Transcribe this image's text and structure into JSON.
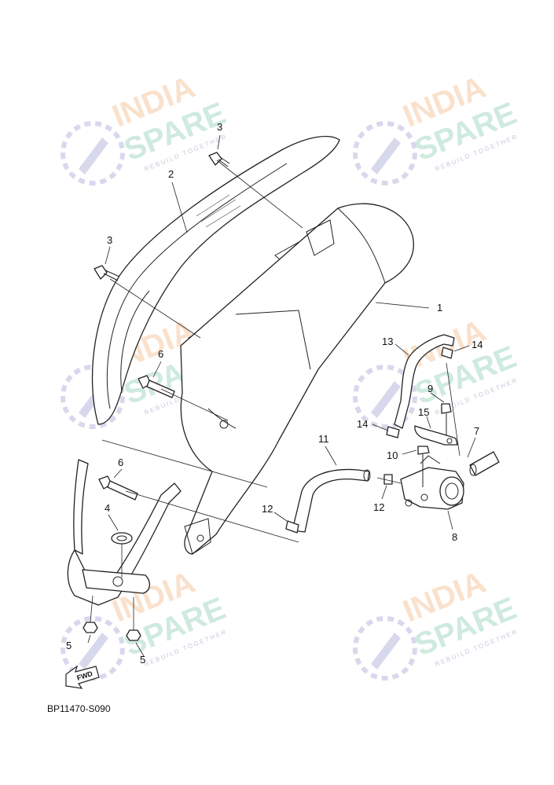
{
  "diagram": {
    "code": "BP11470-S090",
    "fwd_label": "FWD",
    "watermark": {
      "line1": "INDIA",
      "line2": "SPARE",
      "tagline": "REBUILD TOGETHER"
    },
    "callouts": {
      "c1": "1",
      "c2": "2",
      "c3a": "3",
      "c3b": "3",
      "c4": "4",
      "c5a": "5",
      "c5b": "5",
      "c6a": "6",
      "c6b": "6",
      "c7": "7",
      "c8": "8",
      "c9": "9",
      "c10": "10",
      "c11": "11",
      "c12a": "12",
      "c12b": "12",
      "c13": "13",
      "c14a": "14",
      "c14b": "14",
      "c15": "15"
    },
    "colors": {
      "watermark_orange": "#f6c9a3",
      "watermark_green": "#a9d9c4",
      "watermark_purple": "#c8c8e6"
    }
  }
}
